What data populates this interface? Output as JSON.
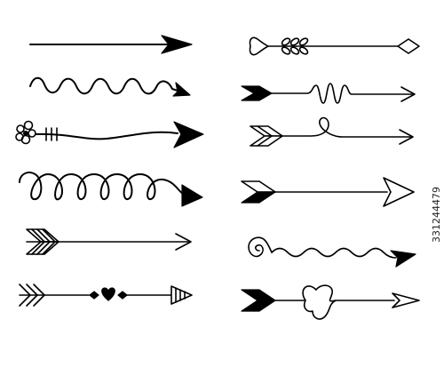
{
  "image": {
    "watermark_id": "331244479"
  },
  "arrows": [
    {
      "name": "straight-arrow-solid-head"
    },
    {
      "name": "wavy-arrow-small-head"
    },
    {
      "name": "flower-tail-arrow-solid-head"
    },
    {
      "name": "loopy-arrow-triangle-head"
    },
    {
      "name": "striped-feather-arrow-open-head"
    },
    {
      "name": "outline-feather-hearts-arrow-hatched-head"
    },
    {
      "name": "heart-tail-fletched-arrow-diamond-head"
    },
    {
      "name": "black-feather-zigzag-arrow-open-head"
    },
    {
      "name": "outline-feather-loop-arrow-open-head"
    },
    {
      "name": "half-black-feather-arrow-outline-head"
    },
    {
      "name": "spiral-wavy-arrow-solid-head"
    },
    {
      "name": "black-feather-heart-arrow-outline-head"
    }
  ]
}
